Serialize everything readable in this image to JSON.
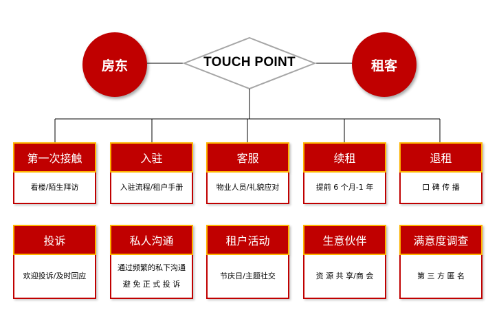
{
  "center": {
    "label": "TOUCH POINT"
  },
  "left_party": {
    "label": "房东"
  },
  "right_party": {
    "label": "租客"
  },
  "row1": [
    {
      "title": "第一次接触",
      "lines": [
        "看楼/陌生拜访"
      ]
    },
    {
      "title": "入驻",
      "lines": [
        "入驻流程/租户手册"
      ]
    },
    {
      "title": "客服",
      "lines": [
        "物业人员/礼貌应对"
      ]
    },
    {
      "title": "续租",
      "lines": [
        "提前 6 个月-1 年"
      ]
    },
    {
      "title": "退租",
      "lines": [
        "口  碑  传  播"
      ]
    }
  ],
  "row2": [
    {
      "title": "投诉",
      "lines": [
        "欢迎投诉/及时回应"
      ]
    },
    {
      "title": "私人沟通",
      "lines": [
        "通过频繁的私下沟通",
        "避 免 正 式 投 诉"
      ]
    },
    {
      "title": "租户活动",
      "lines": [
        "节庆日/主题社交"
      ]
    },
    {
      "title": "生意伙伴",
      "lines": [
        "资 源 共 享/商 会"
      ]
    },
    {
      "title": "满意度调查",
      "lines": [
        "第  三  方  匿  名"
      ]
    }
  ],
  "colors": {
    "accent": "#c00000",
    "header_border": "#ffb400",
    "diamond_border": "#a6a6a6"
  }
}
